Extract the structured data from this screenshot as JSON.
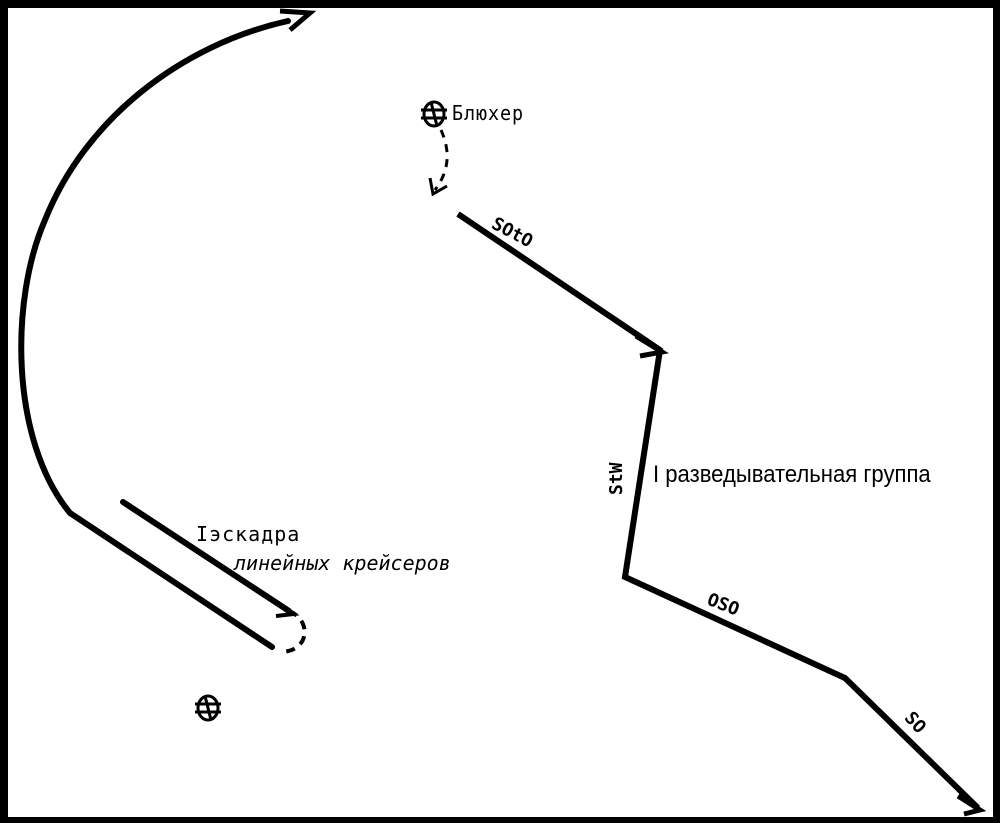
{
  "labels": {
    "blucher": "Блюхер",
    "scouting_group": "I разведывательная группа",
    "squadron_line1": "Iэскадра",
    "squadron_line2": "линейных крейсеров"
  },
  "courses": {
    "soto": "SOtO",
    "stw": "StW",
    "oso": "OSO",
    "so": "SO"
  }
}
